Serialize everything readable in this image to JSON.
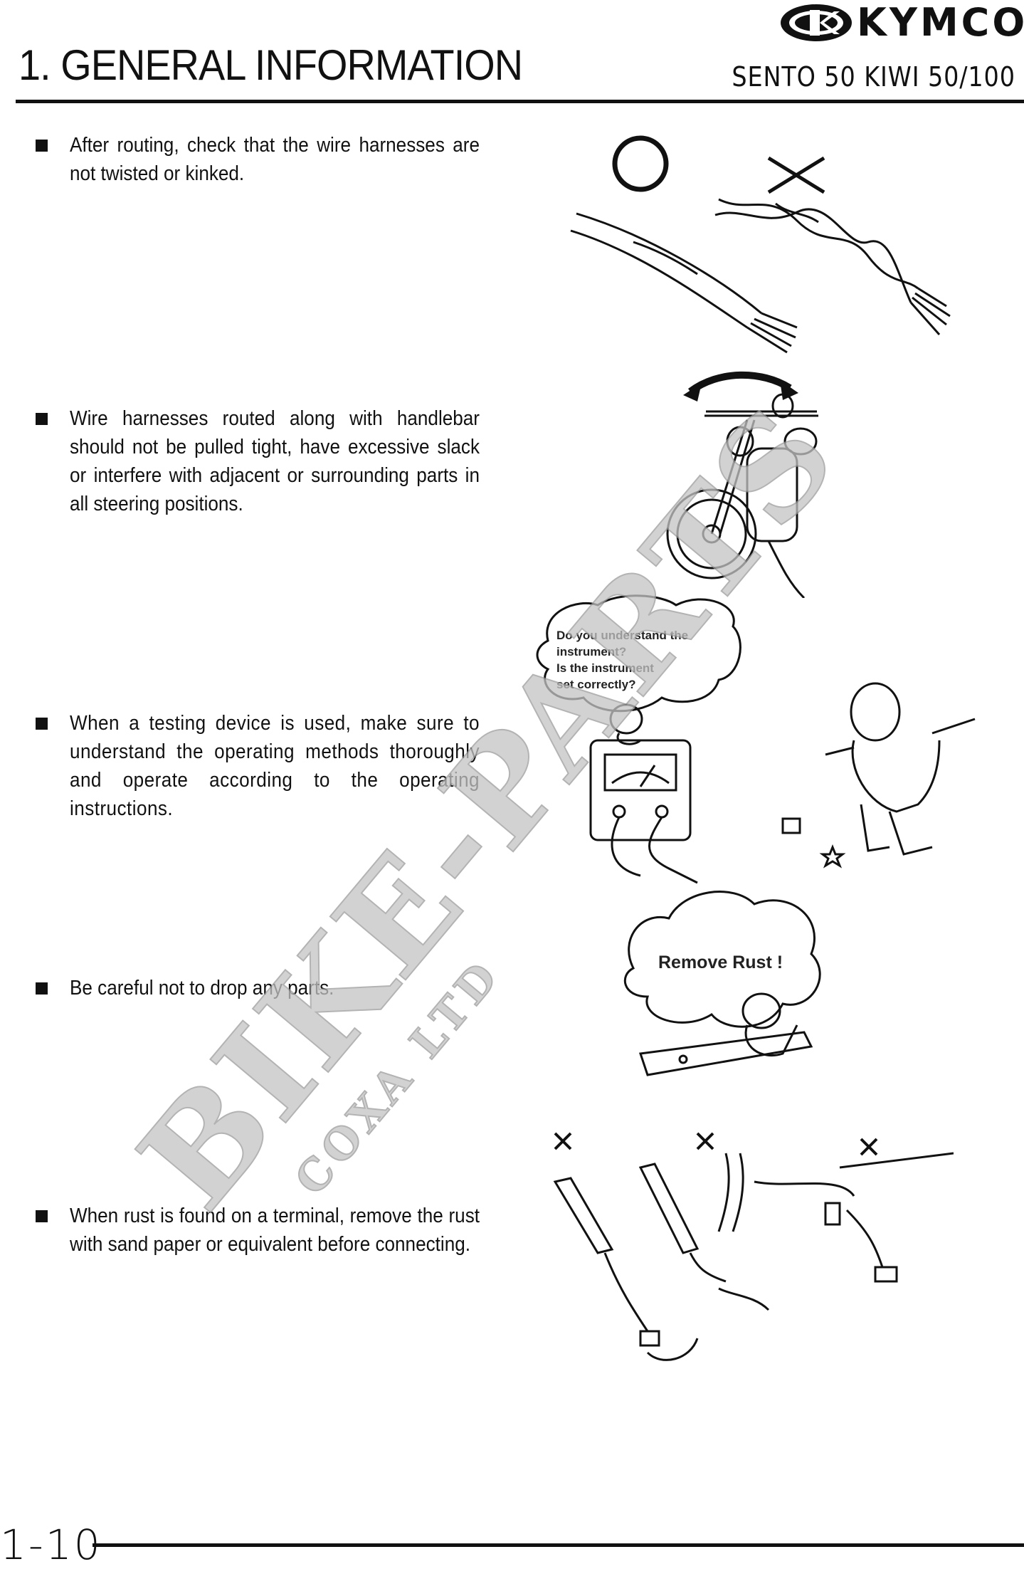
{
  "header": {
    "title": "1. GENERAL INFORMATION",
    "brand": "KYMCO",
    "model": "SENTO 50 KIWI 50/100"
  },
  "items": [
    {
      "text": "After routing, check that the wire harnesses are not twisted or kinked."
    },
    {
      "text": "Wire harnesses routed along with handlebar should not be pulled tight, have excessive slack or interfere with adjacent or surrounding parts in all steering positions."
    },
    {
      "text": "When a testing device is used, make sure to understand the operating methods thoroughly and operate according to the operating instructions."
    },
    {
      "text": "Be careful not to drop any parts."
    },
    {
      "text": "When rust is found on a terminal, remove the rust with sand paper or equivalent before connecting."
    }
  ],
  "figures": {
    "instrument_bubble": {
      "line1": "Do you understand the",
      "line2": "instrument?",
      "line3": "Is the instrument",
      "line4": "set correctly?"
    },
    "rust_bubble": "Remove Rust !"
  },
  "watermark": {
    "main": "BIKE-PARTS",
    "sub": "COXA LTD"
  },
  "footer": {
    "page": "1-10"
  },
  "colors": {
    "ink": "#111111",
    "watermark": "#b8b8b8"
  }
}
